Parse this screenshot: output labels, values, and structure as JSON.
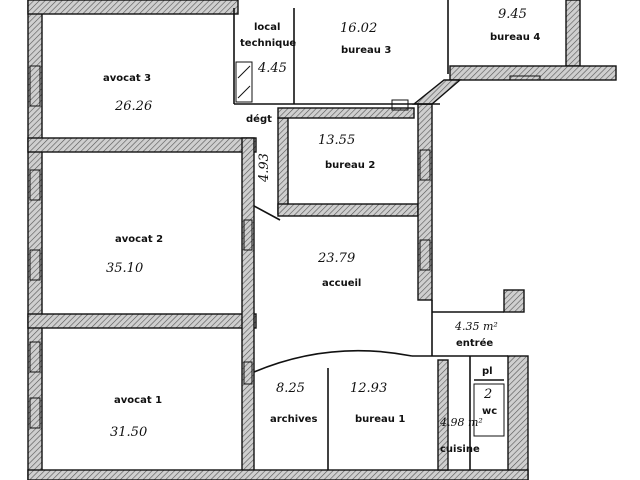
{
  "rooms": [
    {
      "id": "avocat-3",
      "label": "avocat 3",
      "area": "26.26"
    },
    {
      "id": "local-technique",
      "label": "local technique",
      "area": "4.45"
    },
    {
      "id": "bureau-3",
      "label": "bureau 3",
      "area": "16.02"
    },
    {
      "id": "bureau-4",
      "label": "bureau 4",
      "area": "9.45"
    },
    {
      "id": "degt",
      "label": "dégt",
      "area": "4.93"
    },
    {
      "id": "bureau-2",
      "label": "bureau 2",
      "area": "13.55"
    },
    {
      "id": "avocat-2",
      "label": "avocat 2",
      "area": "35.10"
    },
    {
      "id": "accueil",
      "label": "accueil",
      "area": "23.79"
    },
    {
      "id": "entree",
      "label": "entrée",
      "area": "4.35 m²"
    },
    {
      "id": "avocat-1",
      "label": "avocat 1",
      "area": "31.50"
    },
    {
      "id": "archives",
      "label": "archives",
      "area": "8.25"
    },
    {
      "id": "bureau-1",
      "label": "bureau 1",
      "area": "12.93"
    },
    {
      "id": "cuisine",
      "label": "cuisine",
      "area": "4.98 m²"
    },
    {
      "id": "pl",
      "label": "pl",
      "area": ""
    },
    {
      "id": "wc",
      "label": "wc",
      "area": "2"
    }
  ]
}
